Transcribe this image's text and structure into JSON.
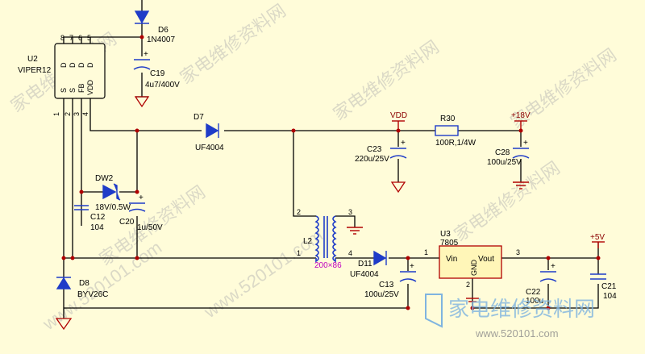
{
  "components": {
    "u2": {
      "ref": "U2",
      "value": "VIPER12",
      "pins_top": [
        "8",
        "7",
        "6",
        "5"
      ],
      "pin_labels": [
        "S",
        "S",
        "FB",
        "VDD",
        "D",
        "D",
        "D",
        "D"
      ],
      "pins_side": [
        "1",
        "2",
        "3",
        "4"
      ]
    },
    "d6": {
      "ref": "D6",
      "value": "1N4007"
    },
    "c19": {
      "ref": "C19",
      "value": "4u7/400V"
    },
    "d7": {
      "ref": "D7",
      "value": "UF4004"
    },
    "dw2": {
      "ref": "DW2",
      "value": "18V/0.5W"
    },
    "c12": {
      "ref": "C12",
      "value": "104"
    },
    "c20": {
      "ref": "C20",
      "value": "1u/50V"
    },
    "c23": {
      "ref": "C23",
      "value": "220u/25V"
    },
    "r30": {
      "ref": "R30",
      "value": "100R,1/4W"
    },
    "c28": {
      "ref": "C28",
      "value": "100u/25V"
    },
    "l2": {
      "ref": "L2",
      "value": "200×86",
      "pins": [
        "1",
        "2",
        "3",
        "4"
      ]
    },
    "d11": {
      "ref": "D11",
      "value": "UF4004"
    },
    "c13": {
      "ref": "C13",
      "value": "100u/25V"
    },
    "u3": {
      "ref": "U3",
      "value": "7805",
      "vin": "Vin",
      "vout": "Vout",
      "gnd": "GND",
      "pins": [
        "1",
        "3",
        "2"
      ]
    },
    "c22": {
      "ref": "C22",
      "value": "100u"
    },
    "c21": {
      "ref": "C21",
      "value": "104"
    },
    "d8": {
      "ref": "D8",
      "value": "BYV26C"
    }
  },
  "nets": {
    "vdd": "VDD",
    "p18v": "+18V",
    "p5v": "+5V"
  },
  "watermark": {
    "text": "家电维修资料网",
    "url": "www.520101.com",
    "logo_text": "家电维修资料网",
    "logo_url": "www.520101.com"
  },
  "colors": {
    "background": "#fffcd9",
    "wire": "#000000",
    "component": "#1f3cc8",
    "net": "#b00000",
    "magnetics_label": "#c000c0"
  }
}
